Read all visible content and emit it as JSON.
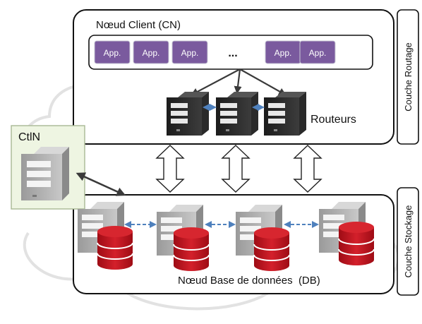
{
  "client_node": {
    "title": "Nœud Client (CN)",
    "app_label": "App.",
    "apps_left_count": 3,
    "apps_right_count": 2,
    "ellipsis": "..."
  },
  "routers": {
    "label": "Routeurs",
    "count": 3
  },
  "ctln": {
    "label": "CtlN"
  },
  "db_node": {
    "label": "Nœud Base de données  (DB)",
    "count": 4
  },
  "layers": {
    "routing": "Couche Routage",
    "storage": "Couche Stockage"
  },
  "colors": {
    "app_fill": "#7a5a9e",
    "db_red": "#c0121f",
    "ctln_bg": "#eef5e2",
    "dashed_arrow": "#4f81bd",
    "cloud": "#e8e8e8"
  }
}
